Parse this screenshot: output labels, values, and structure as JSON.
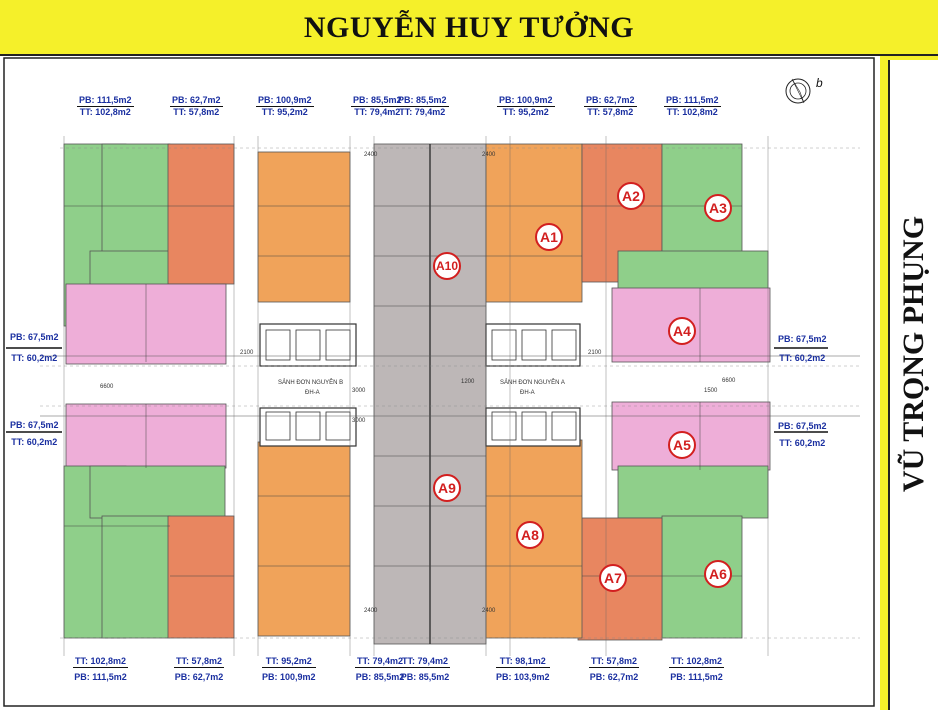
{
  "header": {
    "street_top": "NGUYỄN HUY TƯỞNG"
  },
  "side": {
    "street_right": "VŨ TRỌNG PHỤNG"
  },
  "compass": {
    "label": "b"
  },
  "units": [
    {
      "id": "A1",
      "label": "A1"
    },
    {
      "id": "A2",
      "label": "A2"
    },
    {
      "id": "A3",
      "label": "A3"
    },
    {
      "id": "A4",
      "label": "A4"
    },
    {
      "id": "A5",
      "label": "A5"
    },
    {
      "id": "A6",
      "label": "A6"
    },
    {
      "id": "A7",
      "label": "A7"
    },
    {
      "id": "A8",
      "label": "A8"
    },
    {
      "id": "A9",
      "label": "A9"
    },
    {
      "id": "A10",
      "label": "A10"
    }
  ],
  "area_labels_top": [
    {
      "pb": "PB: 111,5m2",
      "tt": "TT: 102,8m2"
    },
    {
      "pb": "PB: 62,7m2",
      "tt": "TT: 57,8m2"
    },
    {
      "pb": "PB: 100,9m2",
      "tt": "TT: 95,2m2"
    },
    {
      "pb": "PB: 85,5m2",
      "tt": "TT: 79,4m2"
    },
    {
      "pb": "PB: 85,5m2",
      "tt": "TT: 79,4m2"
    },
    {
      "pb": "PB: 100,9m2",
      "tt": "TT: 95,2m2"
    },
    {
      "pb": "PB: 62,7m2",
      "tt": "TT: 57,8m2"
    },
    {
      "pb": "PB: 111,5m2",
      "tt": "TT: 102,8m2"
    }
  ],
  "area_labels_bottom": [
    {
      "tt": "TT: 102,8m2",
      "pb": "PB: 111,5m2"
    },
    {
      "tt": "TT: 57,8m2",
      "pb": "PB: 62,7m2"
    },
    {
      "tt": "TT: 95,2m2",
      "pb": "PB: 100,9m2"
    },
    {
      "tt": "TT: 79,4m2",
      "pb": "PB: 85,5m2"
    },
    {
      "tt": "TT: 79,4m2",
      "pb": "PB: 85,5m2"
    },
    {
      "tt": "TT: 98,1m2",
      "pb": "PB: 103,9m2"
    },
    {
      "tt": "TT: 57,8m2",
      "pb": "PB: 62,7m2"
    },
    {
      "tt": "TT: 102,8m2",
      "pb": "PB: 111,5m2"
    }
  ],
  "area_labels_side": [
    {
      "pb": "PB: 67,5m2",
      "tt": "TT: 60,2m2"
    },
    {
      "pb": "PB: 67,5m2",
      "tt": "TT: 60,2m2"
    },
    {
      "pb": "PB: 67,5m2",
      "tt": "TT: 60,2m2"
    },
    {
      "pb": "PB: 67,5m2",
      "tt": "TT: 60,2m2"
    }
  ],
  "lobby": {
    "left": "SẢNH ĐƠN NGUYÊN B",
    "right": "SẢNH ĐƠN NGUYÊN A",
    "code_left": "ĐH-A",
    "code_right": "ĐH-A"
  },
  "dimensions": [
    "2100",
    "2100",
    "6600",
    "6600",
    "3000",
    "3000",
    "1200",
    "1500",
    "2400",
    "2400",
    "2400",
    "2400"
  ],
  "colors": {
    "banner": "#f5f02a",
    "unit_green": "#8fcf8a",
    "unit_orange": "#f0a35a",
    "unit_salmon": "#e88660",
    "unit_pink": "#eeaed8",
    "unit_gray": "#bdb7b7",
    "badge": "#d21f1f",
    "area_text": "#1a2fa0"
  }
}
